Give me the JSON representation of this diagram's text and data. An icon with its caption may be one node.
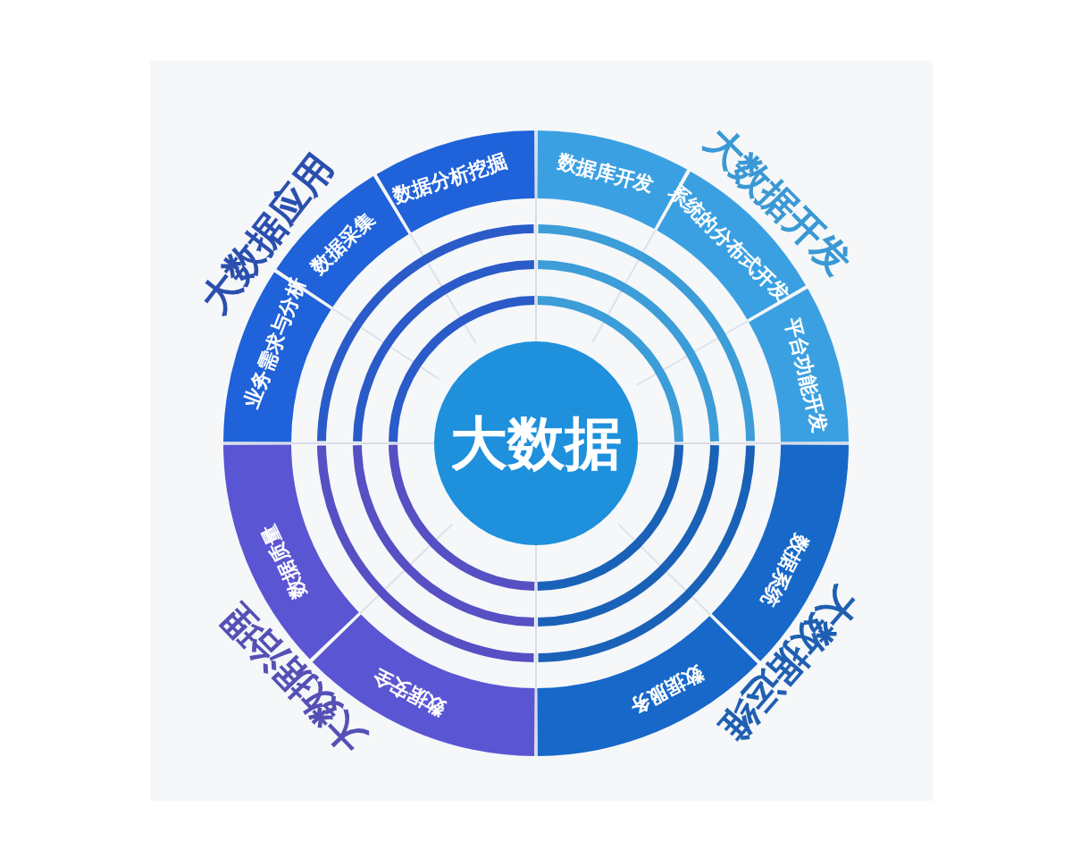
{
  "diagram": {
    "nodes": [
      {
        "text": [
          "大数据"
        ]
      },
      {
        "text": [
          "大数据应用",
          "业务需求与分析",
          "数据采集",
          "数据分析挖掘"
        ]
      },
      {
        "text": [
          "大数据开发",
          "数据库开发",
          "系统的分布式开发",
          "平台功能开发"
        ]
      },
      {
        "text": [
          "大数据治理",
          "数据质量",
          "数据安全"
        ]
      },
      {
        "text": [
          "大数据运维",
          "数据系统",
          "数据服务"
        ]
      }
    ]
  }
}
